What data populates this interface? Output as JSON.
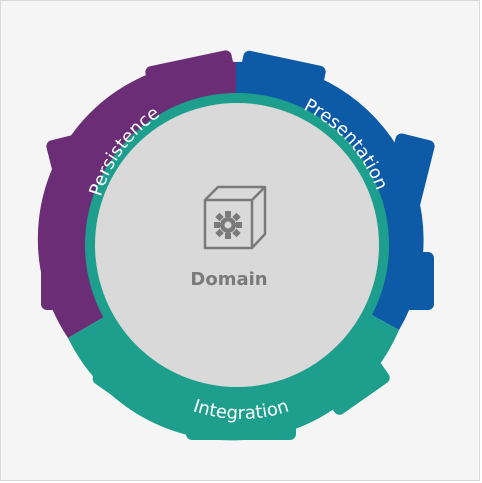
{
  "diagram": {
    "center_label": "Domain",
    "center_icon": "cube-gear-icon",
    "segments": [
      {
        "id": "persistence",
        "label": "Persistence",
        "color": "#6b2d75"
      },
      {
        "id": "presentation",
        "label": "Presentation",
        "color": "#0d5aa7"
      },
      {
        "id": "integration",
        "label": "Integration",
        "color": "#1e9e8c"
      }
    ],
    "colors": {
      "background": "#f5f5f5",
      "core": "#d9d9d9",
      "icon": "#7a7a7a",
      "label_text": "#ffffff"
    }
  }
}
